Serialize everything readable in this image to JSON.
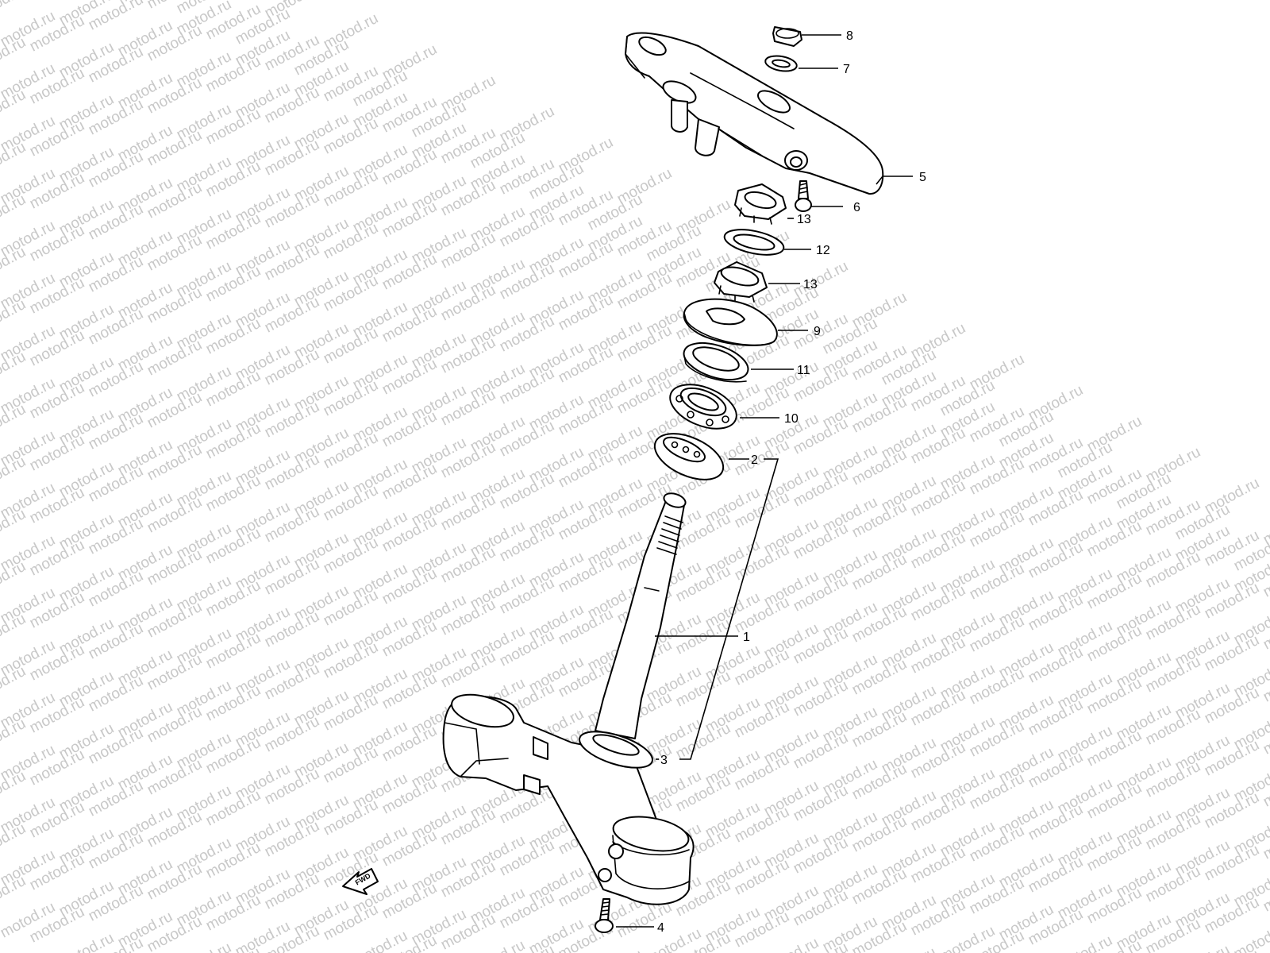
{
  "watermark": {
    "text": "motod.ru",
    "color": "#c8c8c8"
  },
  "fwd_badge": {
    "label": "FWD"
  },
  "callouts": [
    {
      "id": "1",
      "label": "1",
      "part": "steering-stem"
    },
    {
      "id": "2",
      "label": "2",
      "part": "lower-race"
    },
    {
      "id": "3",
      "label": "3",
      "part": "dust-seal"
    },
    {
      "id": "4",
      "label": "4",
      "part": "lower-bracket-bolt"
    },
    {
      "id": "5",
      "label": "5",
      "part": "upper-bracket"
    },
    {
      "id": "6",
      "label": "6",
      "part": "upper-bracket-bolt"
    },
    {
      "id": "7",
      "label": "7",
      "part": "washer"
    },
    {
      "id": "8",
      "label": "8",
      "part": "stem-head-nut"
    },
    {
      "id": "9",
      "label": "9",
      "part": "cover"
    },
    {
      "id": "10",
      "label": "10",
      "part": "bearing"
    },
    {
      "id": "11",
      "label": "11",
      "part": "upper-race"
    },
    {
      "id": "12",
      "label": "12",
      "part": "lock-washer"
    },
    {
      "id": "13a",
      "label": "13",
      "part": "upper-stem-nut"
    },
    {
      "id": "13b",
      "label": "13",
      "part": "lower-stem-nut"
    }
  ]
}
